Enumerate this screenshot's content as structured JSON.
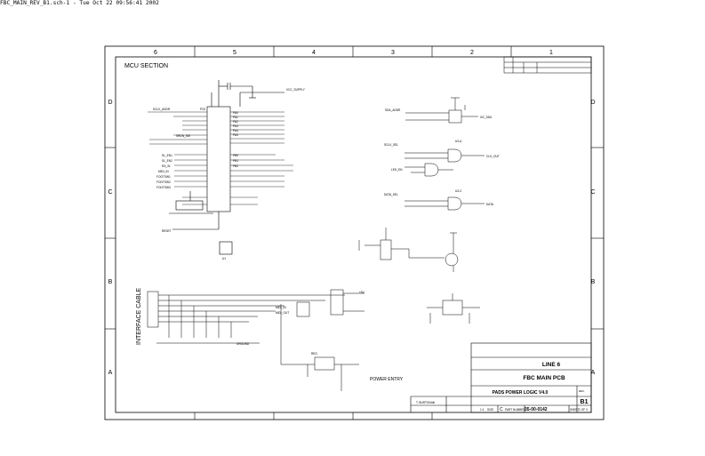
{
  "header": {
    "file_stamp": "FBC_MAIN_REV_B1.sch-1 - Tue Oct 22 09:56:41 2002"
  },
  "frame": {
    "columns": [
      "6",
      "5",
      "4",
      "3",
      "2",
      "1"
    ],
    "rows": [
      "D",
      "C",
      "B",
      "A"
    ]
  },
  "sections": {
    "mcu": "MCU SECTION",
    "interface": "INTERFACE CABLE",
    "power_entry": "POWER ENTRY"
  },
  "title_block": {
    "line": "LINE 6",
    "board": "FBC MAIN PCB",
    "project": "PADS POWER LOGIC V4.0",
    "rev_label": "REV.",
    "rev": "B1",
    "drawn_by": "T. BURTON/db",
    "scale": "1:1",
    "size_label": "SIZE",
    "size": "C",
    "part_no_label": "PART NUMBER",
    "part_no": "35-00-0142",
    "sheet_label": "SHEET",
    "sheet": "1 OF 3"
  }
}
